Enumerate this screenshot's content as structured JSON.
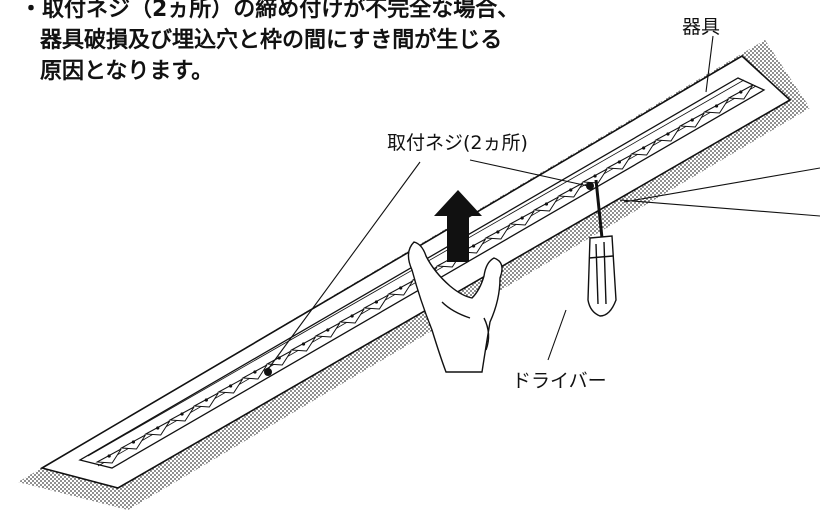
{
  "note": {
    "lines": [
      "・取付ネジ（2ヵ所）の締め付けが不完全な場合、",
      "器具破損及び埋込穴と枠の間にすき間が生じる",
      "原因となります。"
    ]
  },
  "labels": {
    "fixture": "器具",
    "mounting_screws": "取付ネジ(2ヵ所)",
    "screwdriver": "ドライバー"
  },
  "icons": [
    "up-arrow-icon",
    "screwdriver-icon",
    "hand-icon"
  ],
  "colors": {
    "ink": "#111111",
    "stipple": "#333333",
    "background": "#ffffff"
  }
}
